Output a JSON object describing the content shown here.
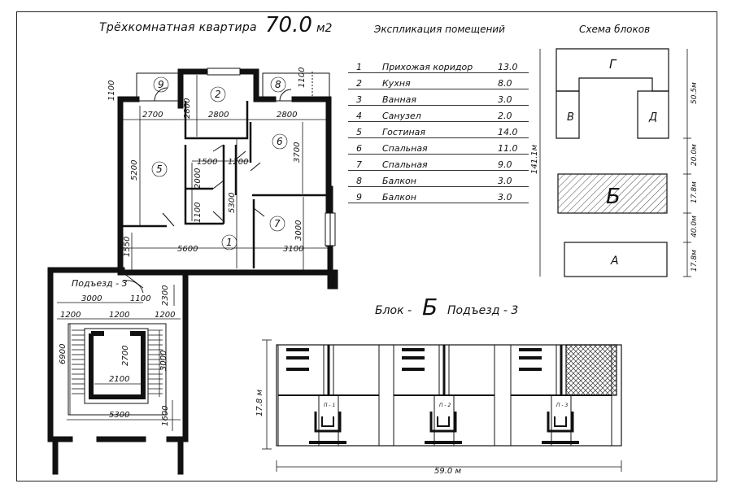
{
  "title": {
    "main": "Трёхкомнатная квартира",
    "area": "70.0",
    "unit": "м2"
  },
  "explication": {
    "title": "Экспликация помещений",
    "rows": [
      {
        "n": "1",
        "name": "Прихожая коридор",
        "area": "13.0"
      },
      {
        "n": "2",
        "name": "Кухня",
        "area": "8.0"
      },
      {
        "n": "3",
        "name": "Ванная",
        "area": "3.0"
      },
      {
        "n": "4",
        "name": "Санузел",
        "area": "2.0"
      },
      {
        "n": "5",
        "name": "Гостиная",
        "area": "14.0"
      },
      {
        "n": "6",
        "name": "Спальная",
        "area": "11.0"
      },
      {
        "n": "7",
        "name": "Спальная",
        "area": "9.0"
      },
      {
        "n": "8",
        "name": "Балкон",
        "area": "3.0"
      },
      {
        "n": "9",
        "name": "Балкон",
        "area": "3.0"
      }
    ]
  },
  "scheme": {
    "title": "Схема блоков",
    "blocks": [
      "Г",
      "В",
      "Д",
      "Б",
      "А"
    ],
    "total_height": "141.1м",
    "dims": [
      "50.5м",
      "20.0м",
      "17.8м",
      "40.0м",
      "17.8м"
    ]
  },
  "apartment_plan": {
    "rooms": [
      "9",
      "2",
      "8",
      "5",
      "6",
      "1",
      "7"
    ],
    "dims": {
      "d1100a": "1100",
      "d2800v": "2800",
      "d1100b": "1100",
      "d2700": "2700",
      "d2800a": "2800",
      "d2800b": "2800",
      "d5200": "5200",
      "d1500": "1500",
      "d1200": "1200",
      "d3700": "3700",
      "d2000": "2000",
      "d5300v": "5300",
      "d1100c": "1100",
      "d3000": "3000",
      "d1550": "1550",
      "d5600": "5600",
      "d3100": "3100"
    }
  },
  "stair_plan": {
    "label": "Подъезд - 3",
    "dims": {
      "d3000": "3000",
      "d1100": "1100",
      "d2300": "2300",
      "d1200a": "1200",
      "d1200b": "1200",
      "d1200c": "1200",
      "d6900": "6900",
      "d2700": "2700",
      "d3000v": "3000",
      "d2100": "2100",
      "d5300": "5300",
      "d1600": "1600"
    }
  },
  "block_plan": {
    "title": "Блок -",
    "letter": "Б",
    "subtitle": "Подъезд - 3",
    "entrances": [
      "П - 1",
      "П - 2",
      "П - 3"
    ],
    "height": "17.8 м",
    "width": "59.0 м"
  }
}
